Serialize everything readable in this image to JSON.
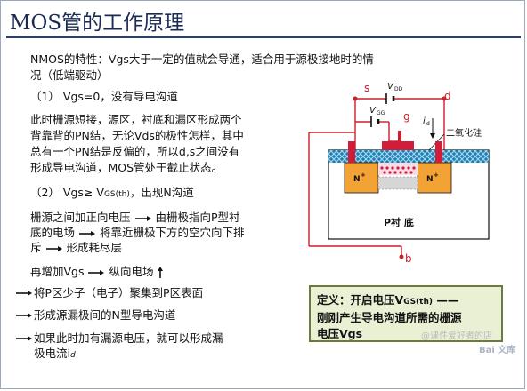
{
  "title": "MOS管的工作原理",
  "intro": {
    "line1": "NMOS的特性：Vgs大于一定的值就会导通，适合用于源极接地时的情",
    "line2": "况（低端驱动）"
  },
  "section1": {
    "heading": "（1）  Vgs=0，没有导电沟道",
    "lines": [
      "此时栅源短接，源区，衬底和漏区形成两个",
      "背靠背的PN结，无论Vds的极性怎样，其中",
      "总有一个PN结是反偏的，所以d,s之间没有",
      "形成导电沟道，MOS管处于截止状态。"
    ]
  },
  "section2": {
    "heading": "（2）  Vgs≥ V",
    "heading_sub": "GS(th)",
    "heading_tail": "，出现N沟道",
    "p1_a": "栅源之间加正向电压",
    "p1_b": "由栅极指向P型衬",
    "p2_a": "底的电场",
    "p2_b": "将靠近栅极下方的空穴向下排",
    "p3_a": "斥",
    "p3_b": "形成耗尽层",
    "p4_a": "再增加Vgs",
    "p4_b": "纵向电场",
    "p5": "将P区少子（电子）聚集到P区表面",
    "p6": "形成源漏极间的N型导电沟道",
    "p7_a": "如果此时加有漏源电压，就可以形成漏",
    "p7_b": "极电流i",
    "p7_sub": "d"
  },
  "diagram": {
    "s": "s",
    "g": "g",
    "d": "d",
    "b": "b",
    "vdd": "V",
    "vdd_sub": "DD",
    "vgg": "V",
    "vgg_sub": "GG",
    "id": "i",
    "id_sub": "d",
    "oxide": "二氧化硅",
    "n_left": "N",
    "n_right": "N",
    "plus": "+",
    "substrate": "P衬 底"
  },
  "definition": {
    "line1_a": "定义：开启电压V",
    "line1_sub": "GS(th)",
    "line1_b": " ——",
    "line2": "刚刚产生导电沟道所需的栅源",
    "line3": "电压Vgs"
  },
  "watermark": {
    "shop": "@课件爱好者的店",
    "baidu": "Bai",
    "wenku": "文库"
  },
  "colors": {
    "title_rule": "#2a3f7a",
    "circuit": "#cc1f2a",
    "n_region": "#f3a236",
    "oxide": "#1a7fb0",
    "definition_bg": "#eaf0d4"
  }
}
